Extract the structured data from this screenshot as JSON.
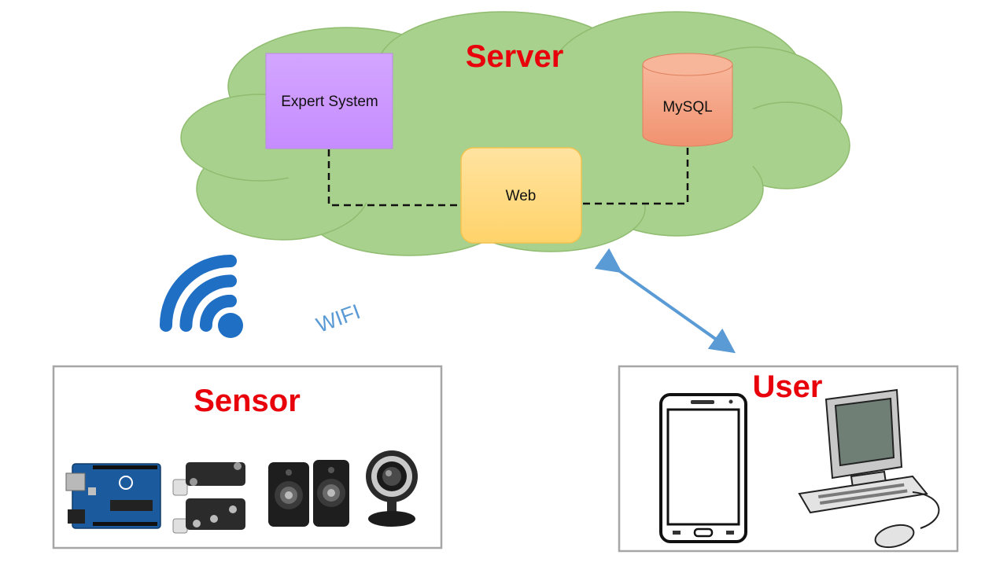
{
  "server": {
    "title": "Server"
  },
  "expert_system": {
    "label": "Expert System"
  },
  "mysql": {
    "label": "MySQL"
  },
  "web": {
    "label": "Web"
  },
  "wifi": {
    "label": "WIFI"
  },
  "sensor": {
    "title": "Sensor"
  },
  "user": {
    "title": "User"
  },
  "colors": {
    "cloud_fill": "#a9d18e",
    "cloud_stroke": "#8fbc6f",
    "expert_fill": "#cc99ff",
    "mysql_fill": "#f4a282",
    "web_fill": "#ffd980",
    "title_red": "#e8000b",
    "wifi_blue": "#1f6fc5",
    "arrow_blue": "#5b9bd5",
    "panel_border": "#a6a6a6"
  },
  "icons": [
    "wifi-icon",
    "arduino-board-icon",
    "magnetic-sensor-icon",
    "speaker-icon",
    "webcam-icon",
    "smartphone-icon",
    "desktop-computer-icon"
  ]
}
